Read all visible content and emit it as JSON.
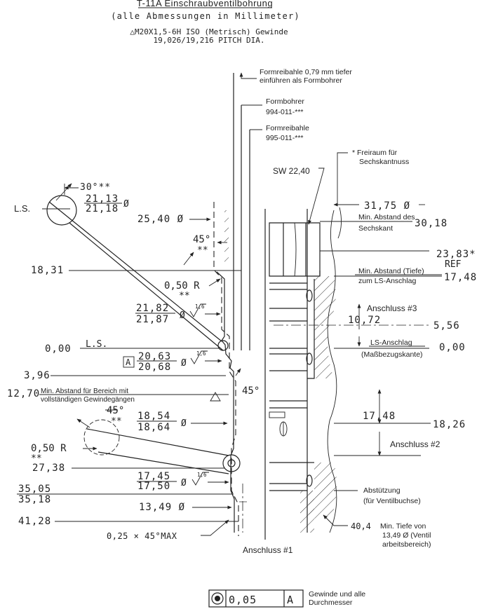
{
  "header": {
    "title": "T-11A Einschraubventilbohrung",
    "subtitle": "(alle Abmessungen in Millimeter)",
    "thread_line1": "△M20X1,5-6H ISO (Metrisch) Gewinde",
    "thread_line2": "19,026/19,216 PITCH DIA."
  },
  "notes": {
    "formreibahle_top": [
      "Formreibahle 0,79 mm tiefer",
      "einführen als Formbohrer"
    ],
    "formbohrer": [
      "Formbohrer",
      "994-011-***"
    ],
    "formreibahle": [
      "Formreibahle",
      "995-011-***"
    ],
    "freiraum": [
      "* Freiraum für",
      "Sechskantnuss"
    ],
    "sw": "SW 22,40",
    "min_abstand_sechskant": [
      "Min. Abstand des",
      "Sechskant"
    ],
    "min_abstand_tiefe": [
      "Min. Abstand (Tiefe)",
      "zum LS-Anschlag"
    ],
    "anschluss3": "Anschluss #3",
    "ls_anschlag": [
      "LS-Anschlag",
      "(Maßbezugskante)"
    ],
    "anschluss2": "Anschluss #2",
    "abstuetzung": [
      "Abstützung",
      "(für Ventilbuchse)"
    ],
    "min_tiefe": [
      "Min. Tiefe von",
      "13,49 Ø (Ventil",
      "arbeitsbereich)"
    ],
    "anschluss1": "Anschluss #1",
    "min_bereich": [
      "Min. Abstand für Bereich mit",
      "vollständigen Gewindegängen"
    ],
    "ls": "L.S.",
    "ls2": "L.S.",
    "tolerance_note": [
      "Gewinde und alle",
      "Durchmesser"
    ]
  },
  "dims": {
    "angle30": "30°**",
    "d2113": "21,13",
    "d2118": "21,18",
    "phi": "Ø",
    "d2540": "25,40 Ø",
    "ang45a": "45°",
    "stars": "**",
    "d1831": "18,31",
    "r050": "0,50 R",
    "d2182": "21,82",
    "d2187": "21,87",
    "rough": "1,6",
    "d000": "0,00",
    "d2063": "20,63",
    "d2068": "20,68",
    "datumA": "A",
    "d396": "3,96",
    "d1270": "12,70",
    "ang45b": "45°",
    "ang45c": "45°",
    "d1854": "18,54",
    "d1864": "18,64",
    "r050b": "0,50 R",
    "d2738": "27,38",
    "d1745": "17,45",
    "d1750": "17,50",
    "d3505": "35,05",
    "d3518": "35,18",
    "d1349": "13,49 Ø",
    "d4128": "41,28",
    "chamfer": "0,25 × 45°MAX",
    "d3175": "31,75 Ø",
    "d3018": "30,18",
    "d2383": "23,83*",
    "ref": "REF",
    "d1748a": "17,48",
    "d1072": "10,72",
    "d556": "5,56",
    "d000r": "0,00",
    "d1748b": "17,48",
    "d1826": "18,26",
    "d404": "40,4",
    "tol_value": "0,05",
    "tol_datum": "A"
  }
}
